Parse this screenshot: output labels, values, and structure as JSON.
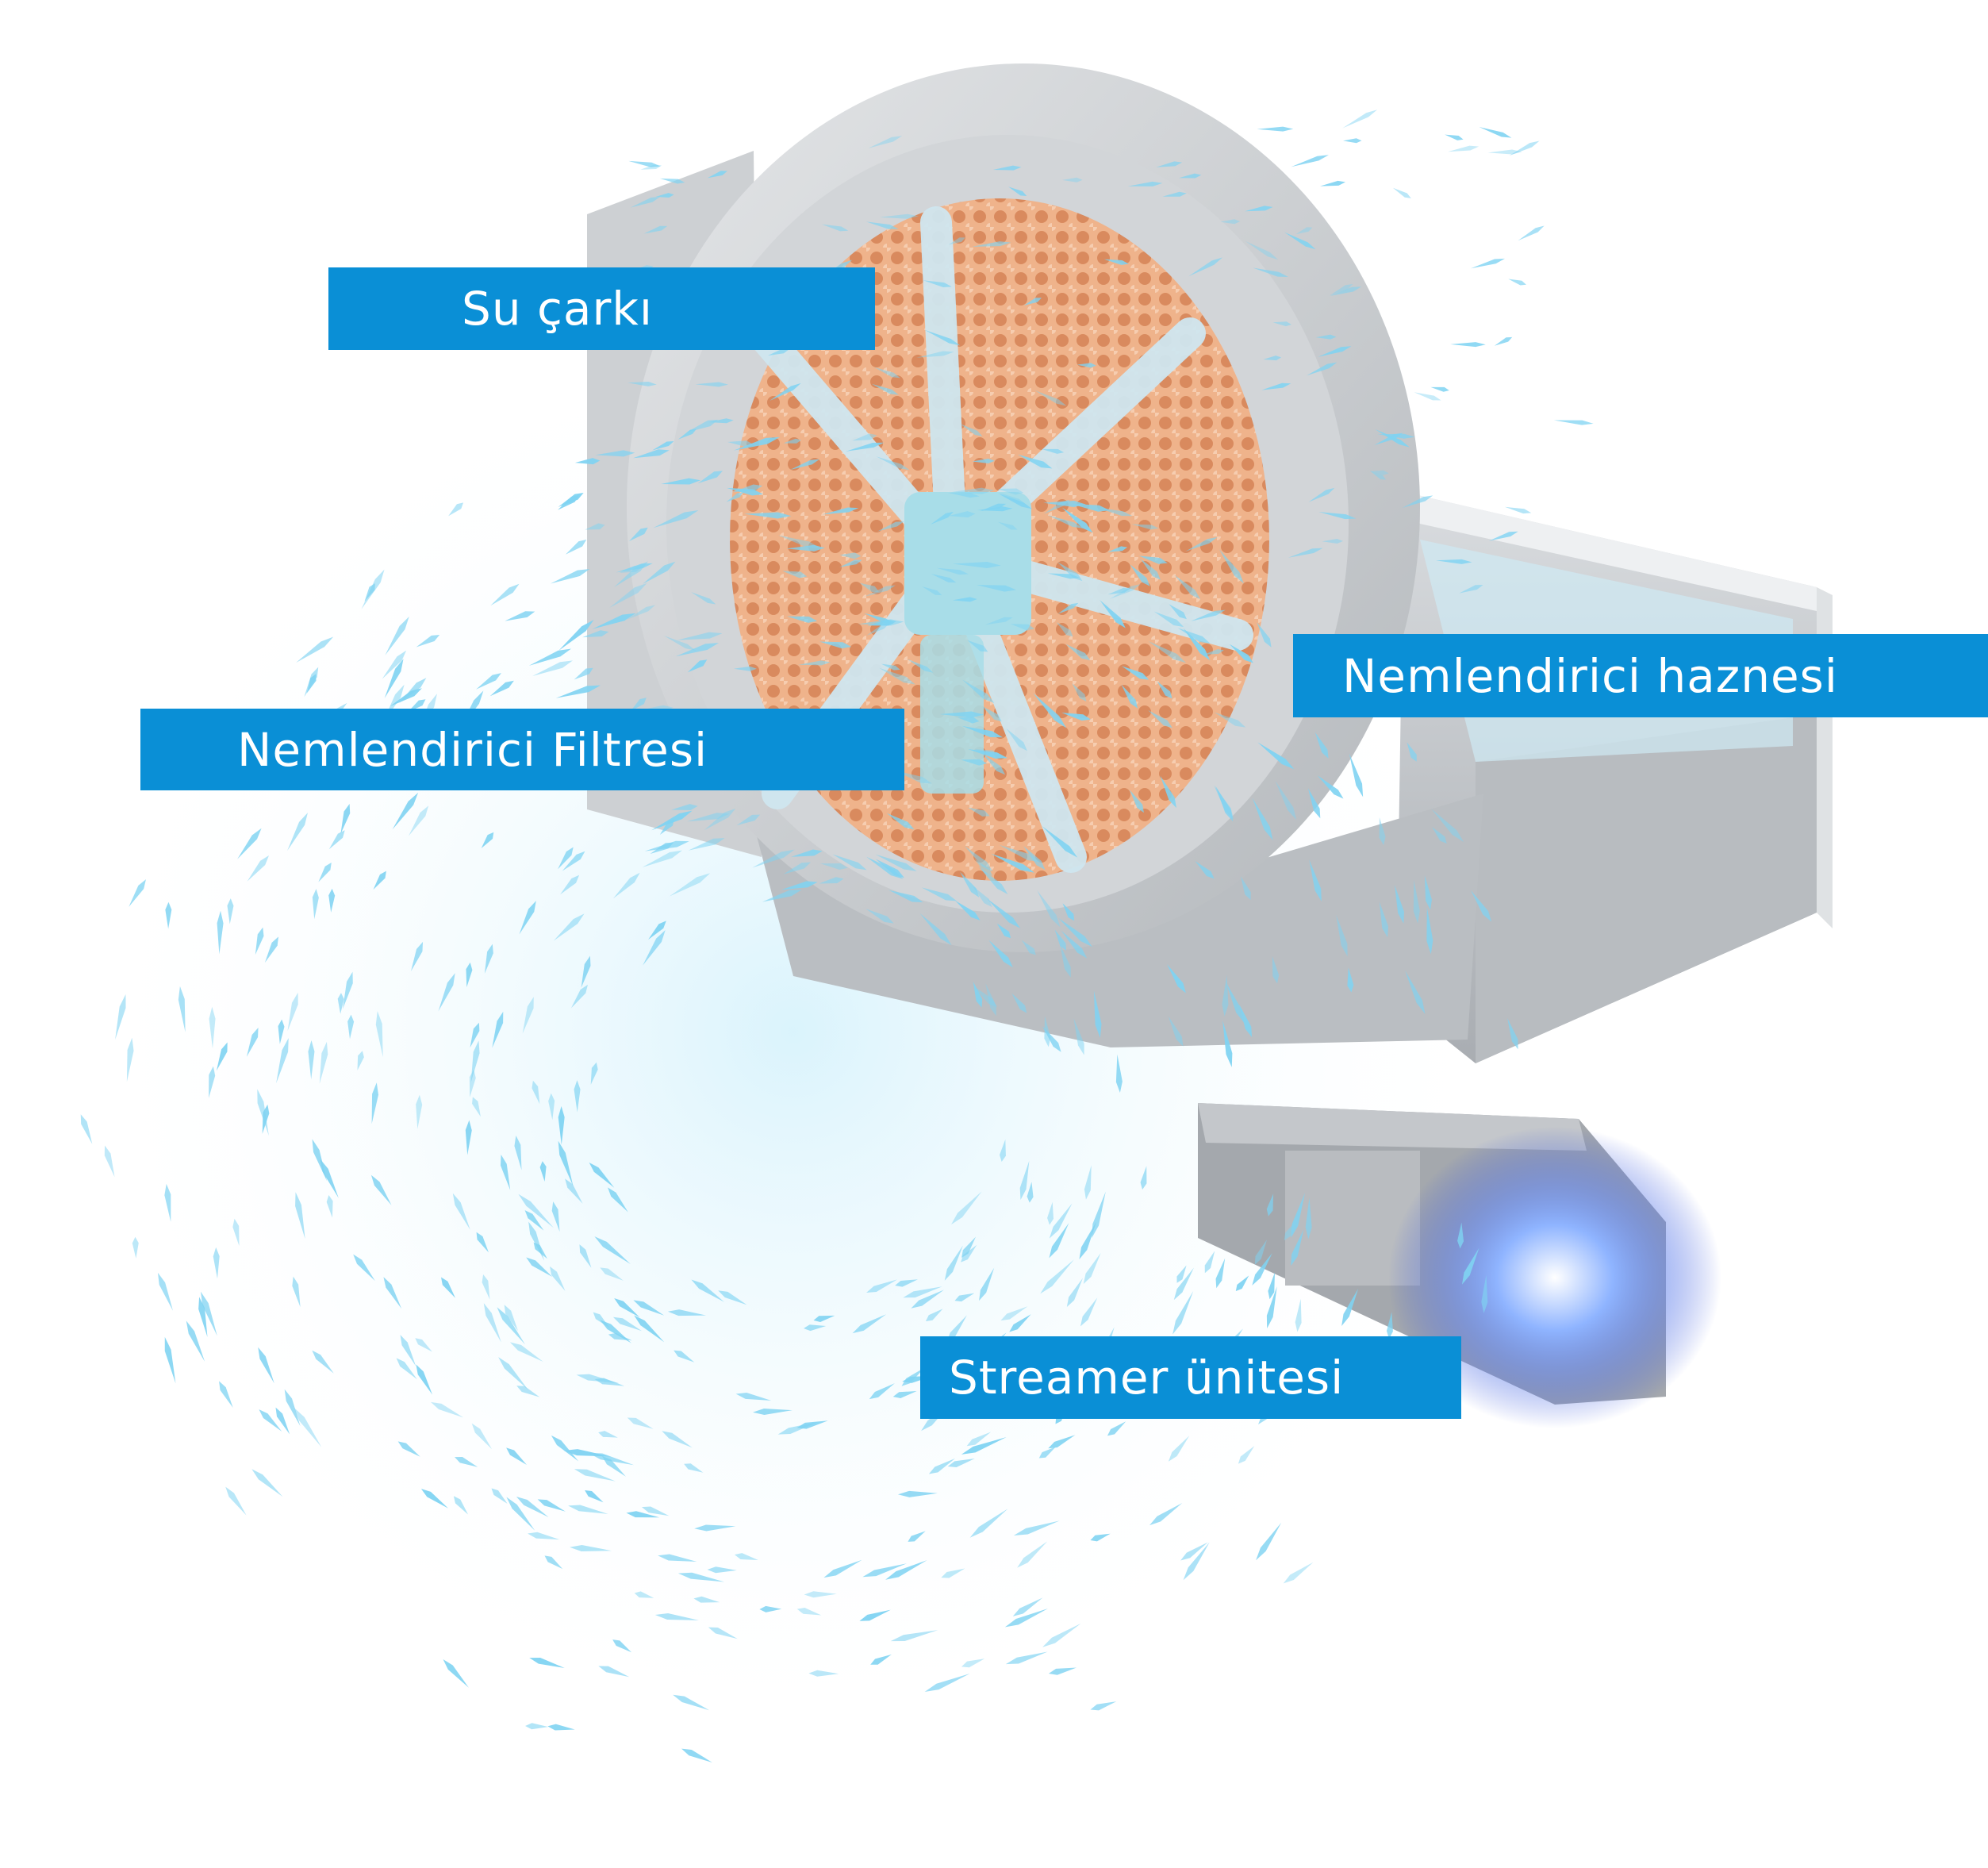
{
  "labels": {
    "water_wheel": "Su çarkı",
    "humidifier_filter": "Nemlendirici Filtresi",
    "humidifier_tank": "Nemlendirici haznesi",
    "streamer_unit": "Streamer ünitesi"
  },
  "colors": {
    "label_background": "#0a8fd6",
    "label_text": "#ffffff",
    "housing_gray": "#c9ccd0",
    "filter_orange": "#e9a074",
    "particle_blue": "#7fd3f2",
    "streamer_glow": "#4a6cff"
  }
}
